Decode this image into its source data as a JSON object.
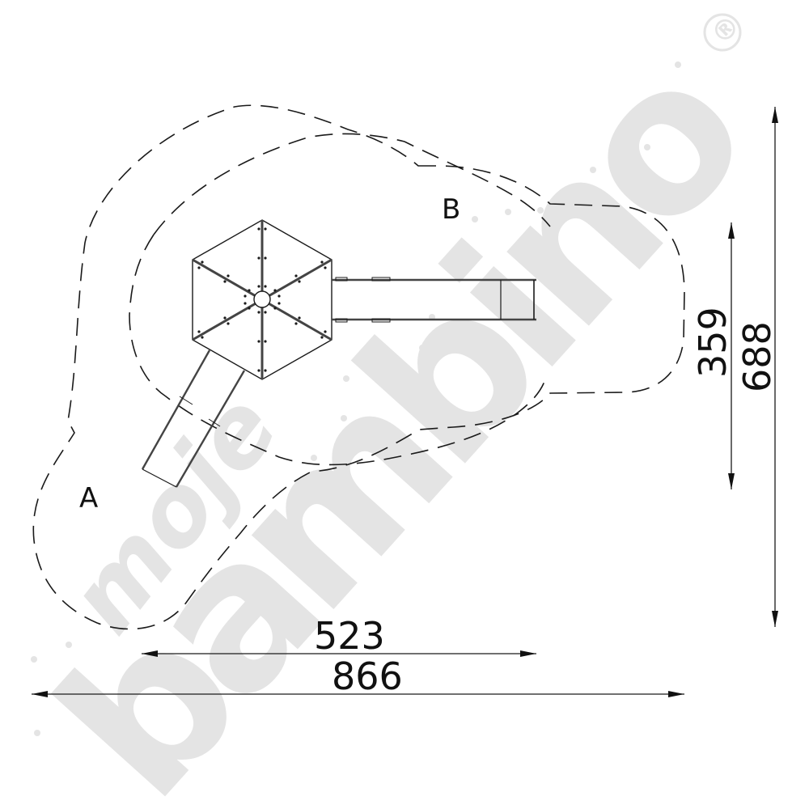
{
  "diagram": {
    "type": "playground-equipment-top-view",
    "zones": [
      {
        "id": "A",
        "label": "A"
      },
      {
        "id": "B",
        "label": "B"
      }
    ],
    "components": [
      {
        "name": "hexagonal-platform-roof"
      },
      {
        "name": "straight-slide-east"
      },
      {
        "name": "ladder-southwest"
      }
    ],
    "dimensions": {
      "width_inner": "523",
      "width_outer": "866",
      "height_inner": "359",
      "height_outer": "688"
    }
  },
  "watermark": {
    "line1": "moje",
    "line2": "bambino",
    "registered": "®",
    "color": "#e3e3e3"
  },
  "colors": {
    "line": "#1a1a1a",
    "background": "#ffffff"
  }
}
